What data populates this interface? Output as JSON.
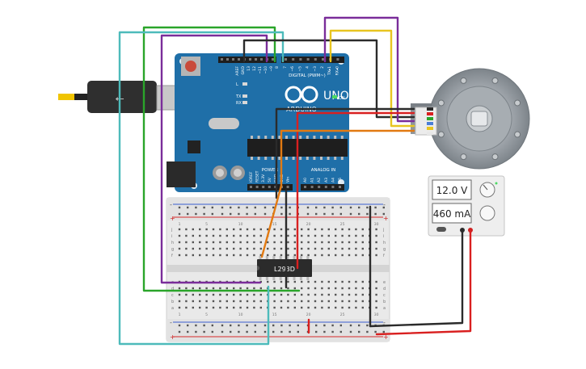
{
  "arduino": {
    "model": "UNO",
    "brand": "ARDUINO",
    "digital_label": "DIGITAL (PWM~)",
    "power_label": "POWER",
    "analog_label": "ANALOG IN",
    "on_label": "ON",
    "led_labels": [
      "L",
      "TX",
      "RX"
    ],
    "top_pin_labels": [
      "AREF",
      "GND",
      "13",
      "12",
      "~11",
      "~10",
      "~9",
      "8",
      "7",
      "~6",
      "~5",
      "4",
      "~3",
      "2",
      "TX▸1",
      "RX◂0"
    ],
    "power_pin_labels": [
      "IOREF",
      "RESET",
      "3.3V",
      "5V",
      "GND",
      "GND",
      "Vin"
    ],
    "analog_pin_labels": [
      "A0",
      "A1",
      "A2",
      "A3",
      "A4",
      "A5"
    ]
  },
  "chip": {
    "label": "L293D"
  },
  "power_supply": {
    "voltage": "12.0 V",
    "current": "460 mA"
  },
  "breadboard": {
    "plus_label": "+",
    "minus_label": "-",
    "row_letters_top": [
      "j",
      "i",
      "h",
      "g",
      "f"
    ],
    "row_letters_bottom": [
      "e",
      "d",
      "c",
      "b",
      "a"
    ],
    "column_numbers": [
      "1",
      "",
      "",
      "",
      "5",
      "",
      "",
      "",
      "",
      "10",
      "",
      "",
      "",
      "",
      "15",
      "",
      "",
      "",
      "",
      "20",
      "",
      "",
      "",
      "",
      "25",
      "",
      "",
      "",
      "",
      "30"
    ]
  },
  "colors": {
    "board": "#1f6fa8",
    "wire_purple": "#7a2d9a",
    "wire_green": "#2aa52a",
    "wire_cyan": "#4dbbbb",
    "wire_black": "#2b2b2b",
    "wire_yellow": "#e8c520",
    "wire_red": "#d92020",
    "wire_orange": "#e27a12",
    "chip": "#2b2b2b"
  }
}
